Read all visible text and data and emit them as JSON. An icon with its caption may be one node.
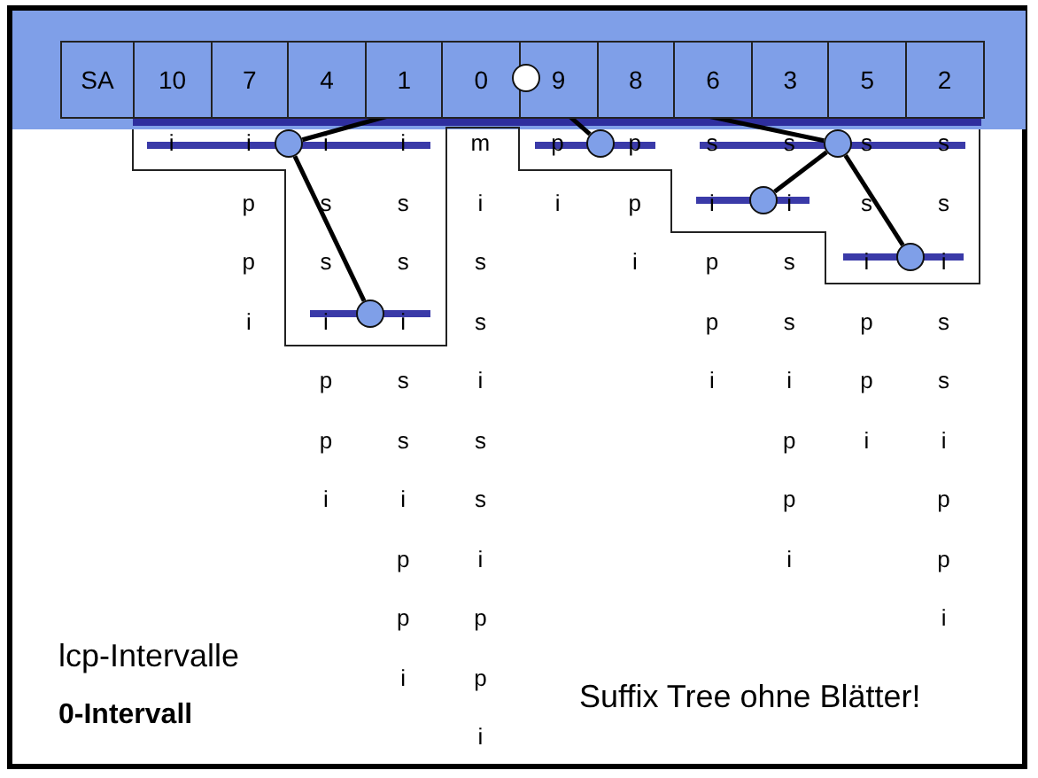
{
  "diagram": {
    "nodes": [
      {
        "text": [],
        "shape": "circle"
      },
      {
        "text": [],
        "shape": "circle"
      },
      {
        "text": [],
        "shape": "circle"
      },
      {
        "text": [],
        "shape": "circle"
      },
      {
        "text": [],
        "shape": "circle"
      },
      {
        "text": [],
        "shape": "circle"
      },
      {
        "text": [],
        "shape": "circle"
      }
    ],
    "edges": [
      {
        "from": 0,
        "to": 1,
        "arrow": "none"
      },
      {
        "from": 0,
        "to": 3,
        "arrow": "none"
      },
      {
        "from": 0,
        "to": 4,
        "arrow": "none"
      },
      {
        "from": 1,
        "to": 2,
        "arrow": "none"
      },
      {
        "from": 4,
        "to": 5,
        "arrow": "none"
      },
      {
        "from": 4,
        "to": 6,
        "arrow": "none"
      }
    ],
    "labels": [
      "SA",
      "10",
      "7",
      "4",
      "1",
      "0",
      "9",
      "8",
      "6",
      "3",
      "5",
      "2",
      "i",
      "i",
      "i",
      "i",
      "m",
      "p",
      "p",
      "s",
      "s",
      "s",
      "s",
      "p",
      "s",
      "s",
      "i",
      "i",
      "p",
      "i",
      "i",
      "s",
      "s",
      "p",
      "s",
      "s",
      "s",
      "i",
      "p",
      "s",
      "i",
      "i",
      "i",
      "i",
      "i",
      "s",
      "p",
      "s",
      "p",
      "s",
      "p",
      "s",
      "i",
      "i",
      "i",
      "p",
      "s",
      "p",
      "s",
      "s",
      "p",
      "i",
      "i",
      "i",
      "i",
      "s",
      "p",
      "p",
      "p",
      "i",
      "i",
      "p",
      "p",
      "p",
      "i",
      "i",
      "p",
      "i",
      "lcp-Intervalle",
      "0-Intervall",
      "Suffix Tree ohne Blätter!"
    ]
  }
}
